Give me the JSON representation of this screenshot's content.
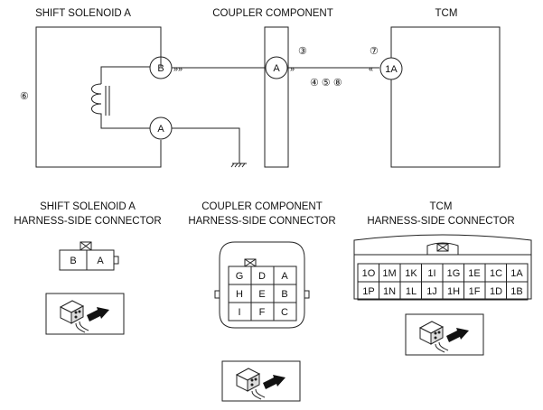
{
  "titles": {
    "solenoid": "SHIFT SOLENOID A",
    "coupler": "COUPLER COMPONENT",
    "tcm": "TCM"
  },
  "schematic": {
    "callout_6": "⑥",
    "callout_3": "③",
    "callout_7": "⑦",
    "callouts_458": "④ ⑤ ⑧",
    "pin_B": "B",
    "pin_A_lower": "A",
    "pin_A_coupler": "A",
    "pin_1A": "1A"
  },
  "connectors": {
    "solenoid": {
      "title_line1": "SHIFT SOLENOID A",
      "title_line2": "HARNESS-SIDE CONNECTOR",
      "pins": [
        "B",
        "A"
      ]
    },
    "coupler": {
      "title_line1": "COUPLER COMPONENT",
      "title_line2": "HARNESS-SIDE CONNECTOR",
      "pins": [
        [
          "G",
          "D",
          "A"
        ],
        [
          "H",
          "E",
          "B"
        ],
        [
          "I",
          "F",
          "C"
        ]
      ]
    },
    "tcm": {
      "title_line1": "TCM",
      "title_line2": "HARNESS-SIDE CONNECTOR",
      "pins": [
        [
          "1O",
          "1M",
          "1K",
          "1I",
          "1G",
          "1E",
          "1C",
          "1A"
        ],
        [
          "1P",
          "1N",
          "1L",
          "1J",
          "1H",
          "1F",
          "1D",
          "1B"
        ]
      ]
    }
  }
}
